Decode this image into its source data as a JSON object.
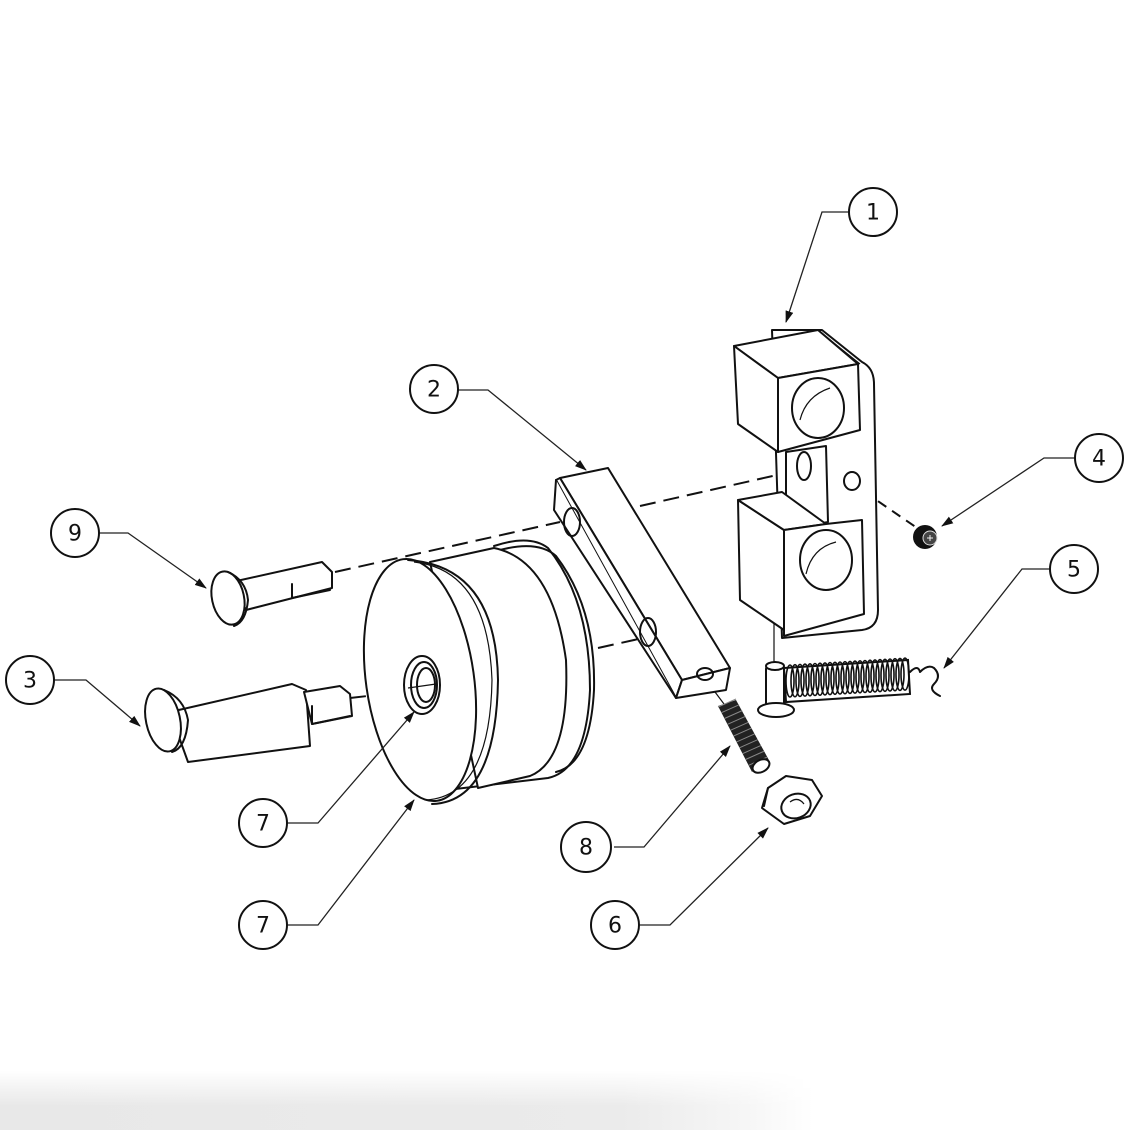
{
  "diagram": {
    "type": "exploded-assembly-view",
    "background": "#ffffff",
    "line_color": "#111111",
    "balloons": [
      {
        "id": "b1",
        "label": "1",
        "part": "mounting-bracket"
      },
      {
        "id": "b2",
        "label": "2",
        "part": "link-bar"
      },
      {
        "id": "b3",
        "label": "3",
        "part": "long-pivot-pin"
      },
      {
        "id": "b4",
        "label": "4",
        "part": "set-screw"
      },
      {
        "id": "b5",
        "label": "5",
        "part": "tension-spring"
      },
      {
        "id": "b6",
        "label": "6",
        "part": "hex-nut"
      },
      {
        "id": "b7a",
        "label": "7",
        "part": "bearing"
      },
      {
        "id": "b7b",
        "label": "7",
        "part": "pulley-wheel"
      },
      {
        "id": "b8",
        "label": "8",
        "part": "threaded-stud"
      },
      {
        "id": "b9",
        "label": "9",
        "part": "short-pivot-pin"
      }
    ]
  }
}
